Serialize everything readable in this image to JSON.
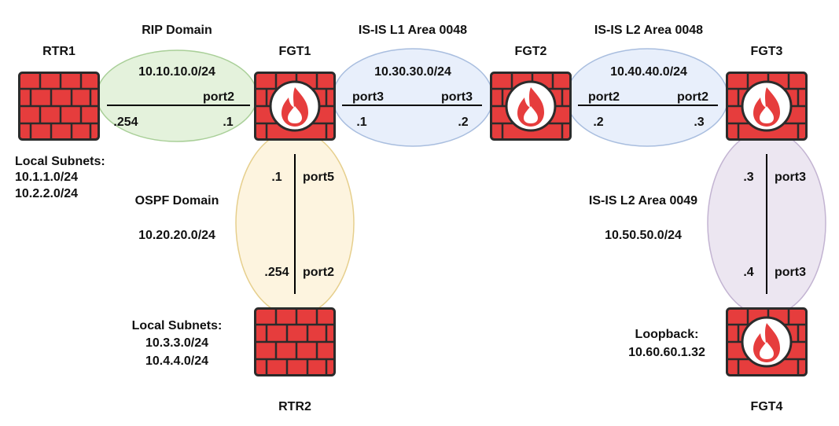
{
  "colors": {
    "device_red": "#e63d3d",
    "device_stroke": "#2b2b2b",
    "mortar": "#2b2b2b",
    "flame_white": "#ffffff",
    "rip_fill": "#e4f2dc",
    "rip_stroke": "#a9cf98",
    "isis_fill": "#e8effb",
    "isis_stroke": "#a9bedf",
    "ospf_fill": "#fdf4df",
    "ospf_stroke": "#e6cf8d",
    "isis49_fill": "#ece6f1",
    "isis49_stroke": "#c3b4d2",
    "line": "#000000"
  },
  "icons": {
    "router": "brick-wall-icon",
    "fortigate": "firewall-flame-icon"
  },
  "devices": {
    "rtr1": "RTR1",
    "fgt1": "FGT1",
    "fgt2": "FGT2",
    "fgt3": "FGT3",
    "rtr2": "RTR2",
    "fgt4": "FGT4"
  },
  "domains": {
    "rip": {
      "name": "RIP Domain",
      "subnet": "10.10.10.0/24",
      "left_host": ".254",
      "right_host": ".1",
      "right_port": "port2"
    },
    "isis_l1": {
      "name": "IS-IS L1 Area 0048",
      "subnet": "10.30.30.0/24",
      "left_port": "port3",
      "right_port": "port3",
      "left_host": ".1",
      "right_host": ".2"
    },
    "isis_l2_48": {
      "name": "IS-IS L2 Area 0048",
      "subnet": "10.40.40.0/24",
      "left_port": "port2",
      "right_port": "port2",
      "left_host": ".2",
      "right_host": ".3"
    },
    "ospf": {
      "name": "OSPF Domain",
      "subnet": "10.20.20.0/24",
      "top_host": ".1",
      "top_port": "port5",
      "bottom_host": ".254",
      "bottom_port": "port2"
    },
    "isis_l2_49": {
      "name": "IS-IS L2 Area 0049",
      "subnet": "10.50.50.0/24",
      "top_host": ".3",
      "top_port": "port3",
      "bottom_host": ".4",
      "bottom_port": "port3"
    }
  },
  "notes": {
    "rtr1": {
      "title": "Local Subnets:",
      "line1": "10.1.1.0/24",
      "line2": "10.2.2.0/24"
    },
    "rtr2": {
      "title": "Local Subnets:",
      "line1": "10.3.3.0/24",
      "line2": "10.4.4.0/24"
    },
    "fgt4": {
      "title": "Loopback:",
      "line1": "10.60.60.1.32"
    }
  }
}
